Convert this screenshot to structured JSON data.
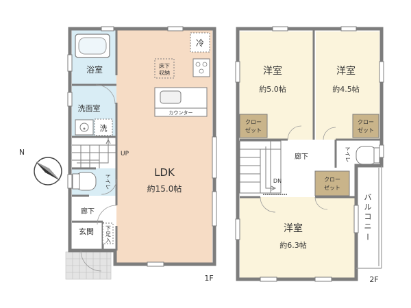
{
  "colors": {
    "wall": "#7d7d7d",
    "floor_living": "#f6dcc5",
    "floor_room": "#fbf4dc",
    "floor_wet": "#d9edf5",
    "floor_hall": "#ffffff",
    "closet": "#c9b48a",
    "entrance_tile": "#e4e4e4"
  },
  "floor1": {
    "label": "1F",
    "rooms": {
      "ldk": {
        "name": "LDK",
        "size": "約15.0帖"
      },
      "bath": {
        "name": "浴室"
      },
      "washroom": {
        "name": "洗面室"
      },
      "washer": "洗",
      "fridge": "冷",
      "underfloor": [
        "床下",
        "収納"
      ],
      "counter": "カウンター",
      "toilet": "トイレ",
      "hall": "廊下",
      "entrance": "玄関",
      "shoe_storage": [
        "下",
        "足",
        "入"
      ],
      "stairs_up": "UP"
    }
  },
  "floor2": {
    "label": "2F",
    "rooms": {
      "room_a": {
        "name": "洋室",
        "size": "約5.0帖"
      },
      "room_b": {
        "name": "洋室",
        "size": "約4.5帖"
      },
      "room_c": {
        "name": "洋室",
        "size": "約6.3帖"
      },
      "closet": [
        "クロー",
        "ゼット"
      ],
      "hall": "廊下",
      "toilet": "トイレ",
      "stairs_down": "DN",
      "balcony": [
        "バ",
        "ル",
        "コ",
        "ニ",
        "ー"
      ]
    }
  },
  "compass": {
    "north": "N"
  }
}
